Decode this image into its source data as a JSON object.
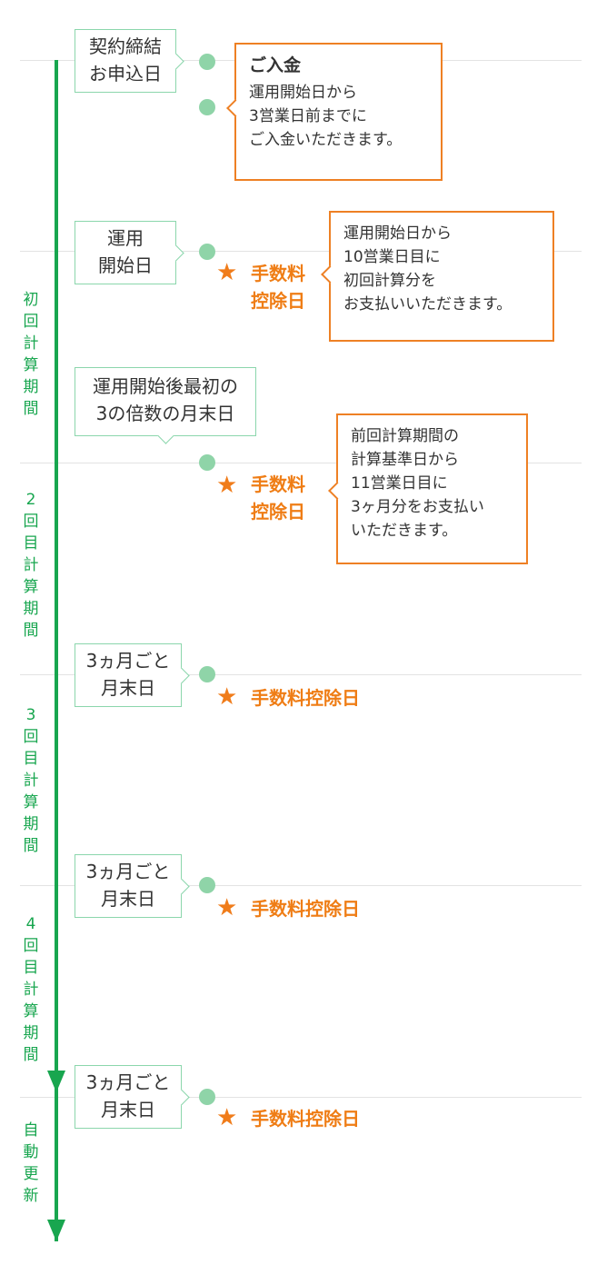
{
  "colors": {
    "timeline": "#18a64f",
    "event_border": "#8bd6ac",
    "dot": "#8fd4a8",
    "fee": "#ef7d15"
  },
  "events": {
    "contract": "契約締結\nお申込日",
    "start": "運用\n開始日",
    "first_quarter_end": "運用開始後最初の\n3の倍数の月末日",
    "quarter_end_1": "3ヵ月ごと\n月末日",
    "quarter_end_2": "3ヵ月ごと\n月末日",
    "quarter_end_3": "3ヵ月ごと\n月末日"
  },
  "deposit": {
    "title": "ご入金",
    "body": "運用開始日から\n3営業日前までに\nご入金いただきます。"
  },
  "notes": {
    "first_fee": "運用開始日から\n10営業日目に\n初回計算分を\nお支払いいただきます。",
    "second_fee": "前回計算期間の\n計算基準日から\n11営業日目に\n3ヶ月分をお支払い\nいただきます。"
  },
  "fee_labels": {
    "fee_1": "手数料\n控除日",
    "fee_2": "手数料\n控除日",
    "fee_3": "手数料控除日",
    "fee_4": "手数料控除日",
    "fee_5": "手数料控除日"
  },
  "periods": {
    "p1": "初\n回\n計\n算\n期\n間",
    "p2": "2\n回\n目\n計\n算\n期\n間",
    "p3": "3\n回\n目\n計\n算\n期\n間",
    "p4": "4\n回\n目\n計\n算\n期\n間",
    "auto": "自\n動\n更\n新"
  },
  "icons": {
    "star": "★"
  }
}
